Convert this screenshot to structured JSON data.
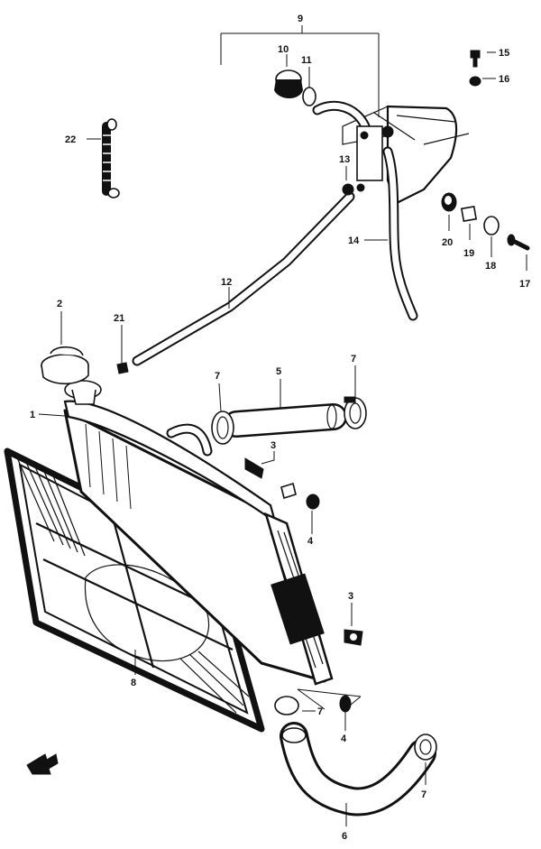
{
  "diagram": {
    "callouts": [
      {
        "id": "1",
        "text": "1"
      },
      {
        "id": "2",
        "text": "2"
      },
      {
        "id": "3a",
        "text": "3"
      },
      {
        "id": "3b",
        "text": "3"
      },
      {
        "id": "4a",
        "text": "4"
      },
      {
        "id": "4b",
        "text": "4"
      },
      {
        "id": "5",
        "text": "5"
      },
      {
        "id": "6",
        "text": "6"
      },
      {
        "id": "7a",
        "text": "7"
      },
      {
        "id": "7b",
        "text": "7"
      },
      {
        "id": "7c",
        "text": "7"
      },
      {
        "id": "7d",
        "text": "7"
      },
      {
        "id": "8",
        "text": "8"
      },
      {
        "id": "9",
        "text": "9"
      },
      {
        "id": "10",
        "text": "10"
      },
      {
        "id": "11",
        "text": "11"
      },
      {
        "id": "12",
        "text": "12"
      },
      {
        "id": "13",
        "text": "13"
      },
      {
        "id": "14",
        "text": "14"
      },
      {
        "id": "15",
        "text": "15"
      },
      {
        "id": "16",
        "text": "16"
      },
      {
        "id": "17",
        "text": "17"
      },
      {
        "id": "18",
        "text": "18"
      },
      {
        "id": "19",
        "text": "19"
      },
      {
        "id": "20",
        "text": "20"
      },
      {
        "id": "21",
        "text": "21"
      },
      {
        "id": "22",
        "text": "22"
      }
    ]
  }
}
